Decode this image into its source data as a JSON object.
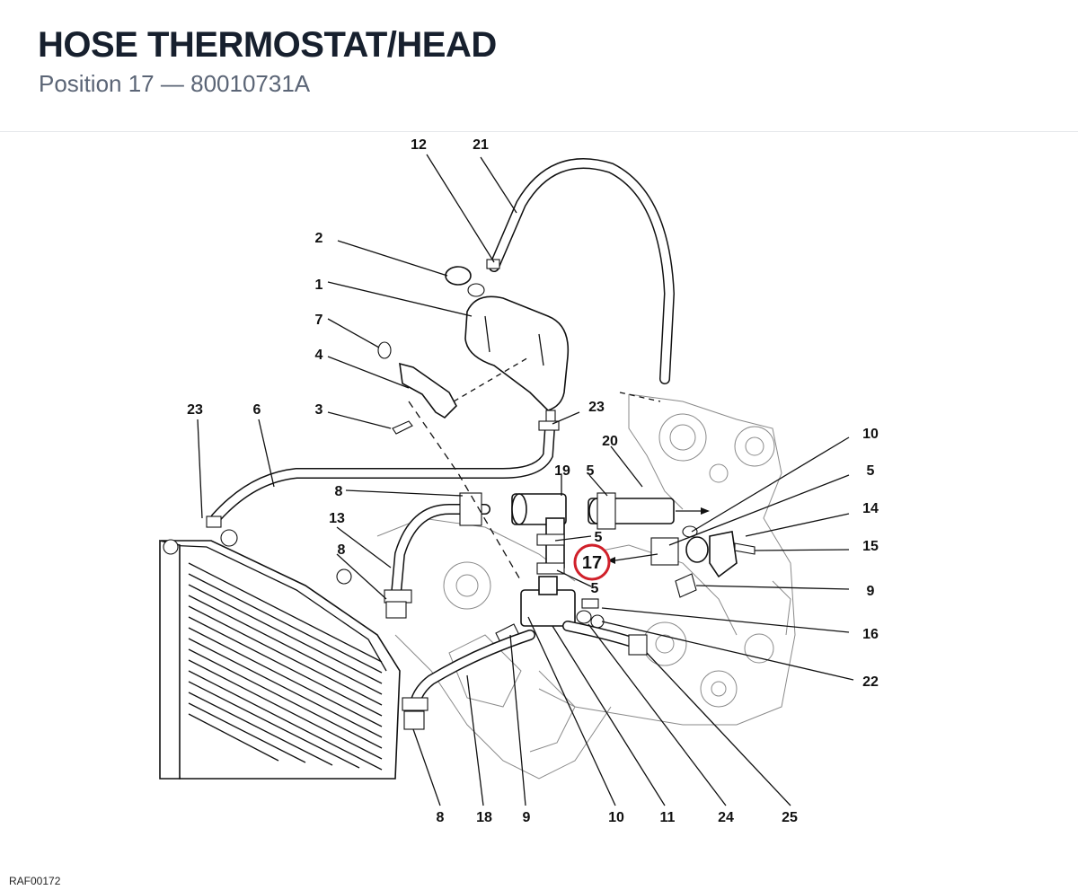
{
  "header": {
    "title": "HOSE THERMOSTAT/HEAD",
    "position_label": "Position 17",
    "separator": " — ",
    "part_number": "80010731A"
  },
  "diagram": {
    "highlight_color": "#d0202a",
    "highlight_label": "17",
    "callouts": [
      "12",
      "21",
      "2",
      "1",
      "7",
      "4",
      "3",
      "23",
      "6",
      "23",
      "20",
      "19",
      "5",
      "10",
      "5",
      "8",
      "13",
      "5",
      "14",
      "15",
      "8",
      "5",
      "9",
      "16",
      "22",
      "8",
      "18",
      "9",
      "10",
      "11",
      "24",
      "25"
    ]
  },
  "footer": {
    "reference_code": "RAF00172"
  }
}
